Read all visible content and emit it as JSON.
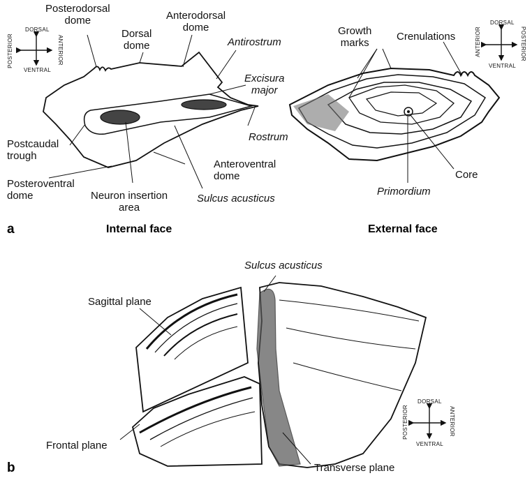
{
  "panel_a": {
    "letter": "a",
    "internal": {
      "face_title": "Internal face",
      "labels": {
        "posterodorsal_dome": "Posterodorsal\ndome",
        "dorsal_dome": "Dorsal\ndome",
        "anterodorsal_dome": "Anterodorsal\ndome",
        "antirostrum": "Antirostrum",
        "excisura_major": "Excisura\nmajor",
        "rostrum": "Rostrum",
        "postcaudal_trough": "Postcaudal\ntrough",
        "anteroventral_dome": "Anteroventral\ndome",
        "posteroventral_dome": "Posteroventral\ndome",
        "neuron_insertion_area": "Neuron insertion\narea",
        "sulcus_acusticus": "Sulcus acusticus"
      },
      "compass": {
        "dorsal": "DORSAL",
        "ventral": "VENTRAL",
        "posterior": "POSTERIOR",
        "anterior": "ANTERIOR"
      }
    },
    "external": {
      "face_title": "External face",
      "labels": {
        "growth_marks": "Growth\nmarks",
        "crenulations": "Crenulations",
        "core": "Core",
        "primordium": "Primordium"
      },
      "compass": {
        "dorsal": "DORSAL",
        "ventral": "VENTRAL",
        "anterior": "ANTERIOR",
        "posterior": "POSTERIOR"
      }
    }
  },
  "panel_b": {
    "letter": "b",
    "labels": {
      "sulcus_acusticus": "Sulcus acusticus",
      "sagittal_plane": "Sagittal plane",
      "frontal_plane": "Frontal plane",
      "transverse_plane": "Transverse plane"
    },
    "compass": {
      "dorsal": "DORSAL",
      "ventral": "VENTRAL",
      "posterior": "POSTERIOR",
      "anterior": "ANTERIOR"
    }
  }
}
